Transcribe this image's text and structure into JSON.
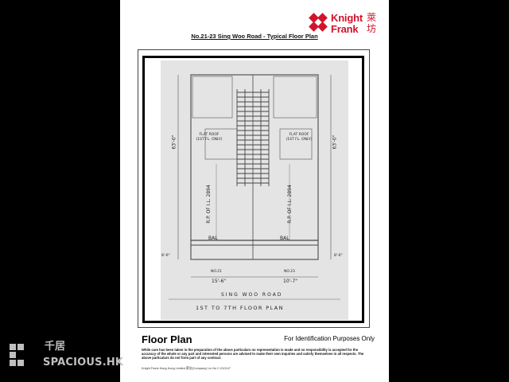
{
  "brand": {
    "line1": "Knight",
    "line2": "Frank",
    "cn1": "萊",
    "cn2": "坊",
    "color": "#d0142b"
  },
  "document": {
    "title": "No.21-23 Sing Woo Road - Typical Floor Plan",
    "section_title": "Floor Plan",
    "identification_note": "For Identification Purposes Only",
    "disclaimer": "While care has been taken in the preparation of the above particulars no representation is made and no responsibility is accepted for the accuracy of the whole or any part and interested persons are advised to make their own inquiries and satisfy themselves in all respects. The above particulars do not form part of any contract.",
    "company_line": "Knight Frank Hong Kong Limited 萊坊(Company) Lic No C-010147"
  },
  "plan": {
    "floor_caption": "1ST TO 7TH FLOOR PLAN",
    "road_label": "SING WOO ROAD",
    "left_dim": "63'-0\"",
    "right_dim": "63'-0\"",
    "left_no": "NO.21",
    "right_no": "NO.23",
    "left_width": "15'-6\"",
    "right_width": "10'-7\"",
    "left_lot": "R.P. OF I.L. 2894",
    "right_lot": "R.P. OF I.L. 2894",
    "left_room": "FLAT ROOF (1ST FL. ONLY)",
    "right_room": "FLAT ROOF (1ST FL. ONLY)",
    "balcony_left": "BAL",
    "balcony_right": "BAL",
    "side_left": "8'-6\"",
    "side_right": "8'-6\""
  },
  "watermark": {
    "cn": "千居",
    "en": "SPACIOUS.HK"
  }
}
